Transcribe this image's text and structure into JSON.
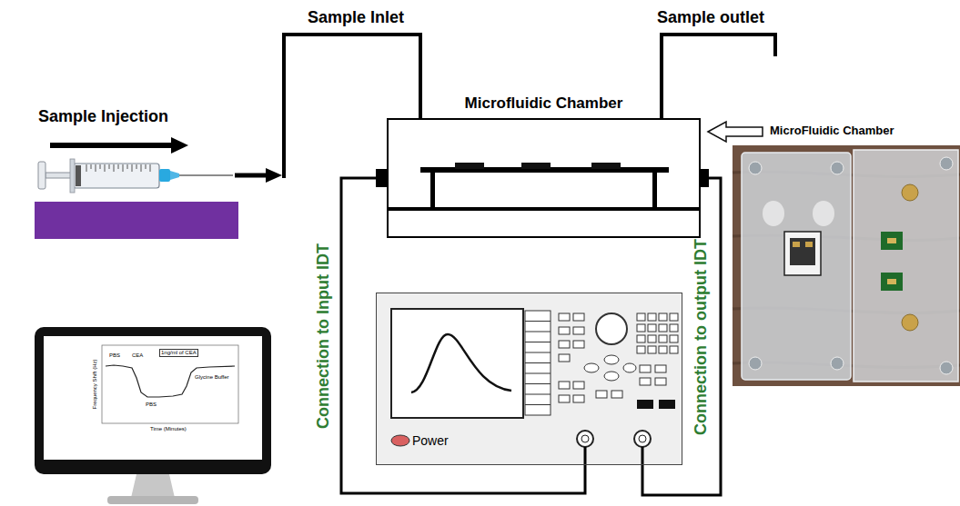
{
  "diagram": {
    "nodes": [
      {
        "text": [
          "Microfluidic Chamber"
        ]
      },
      {
        "text": [
          "Power"
        ]
      }
    ],
    "edges": [
      {
        "from": 1,
        "to": 0,
        "arrow": "none",
        "label": "Connection to Input IDT"
      },
      {
        "from": 1,
        "to": 0,
        "arrow": "none",
        "label": "Connection to output IDT"
      }
    ],
    "labels": [
      "Sample Injection",
      "Sample Inlet",
      "Sample outlet",
      "MicroFluidic Chamber",
      "PBS",
      "CEA",
      "1ng/ml of CEA",
      "Glycine Buffer",
      "PBS",
      "Frequency Shift (Hz)",
      "Time (Minutes)"
    ]
  }
}
